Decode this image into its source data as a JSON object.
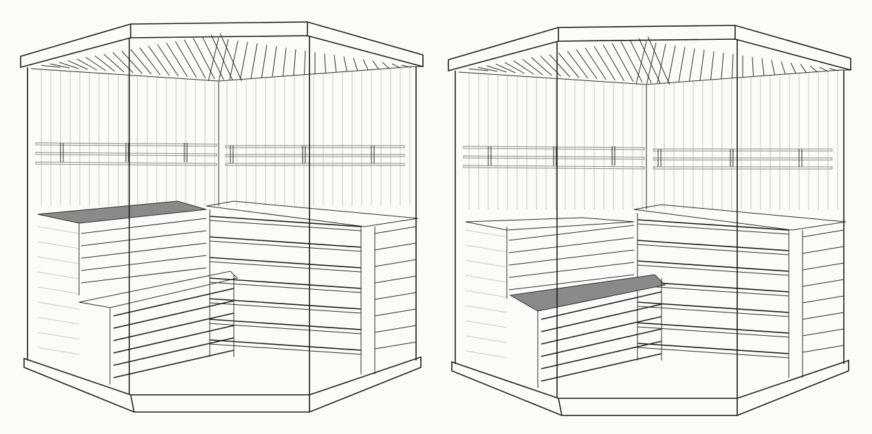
{
  "figure": {
    "panels": [
      {
        "name": "sauna-variant-left",
        "highlight": "upper-bench"
      },
      {
        "name": "sauna-variant-right",
        "highlight": "lower-bench"
      }
    ]
  },
  "colors": {
    "background": "#fbfbf8",
    "outline": "#1a1a1a",
    "highlight": "#8a8a8a"
  }
}
